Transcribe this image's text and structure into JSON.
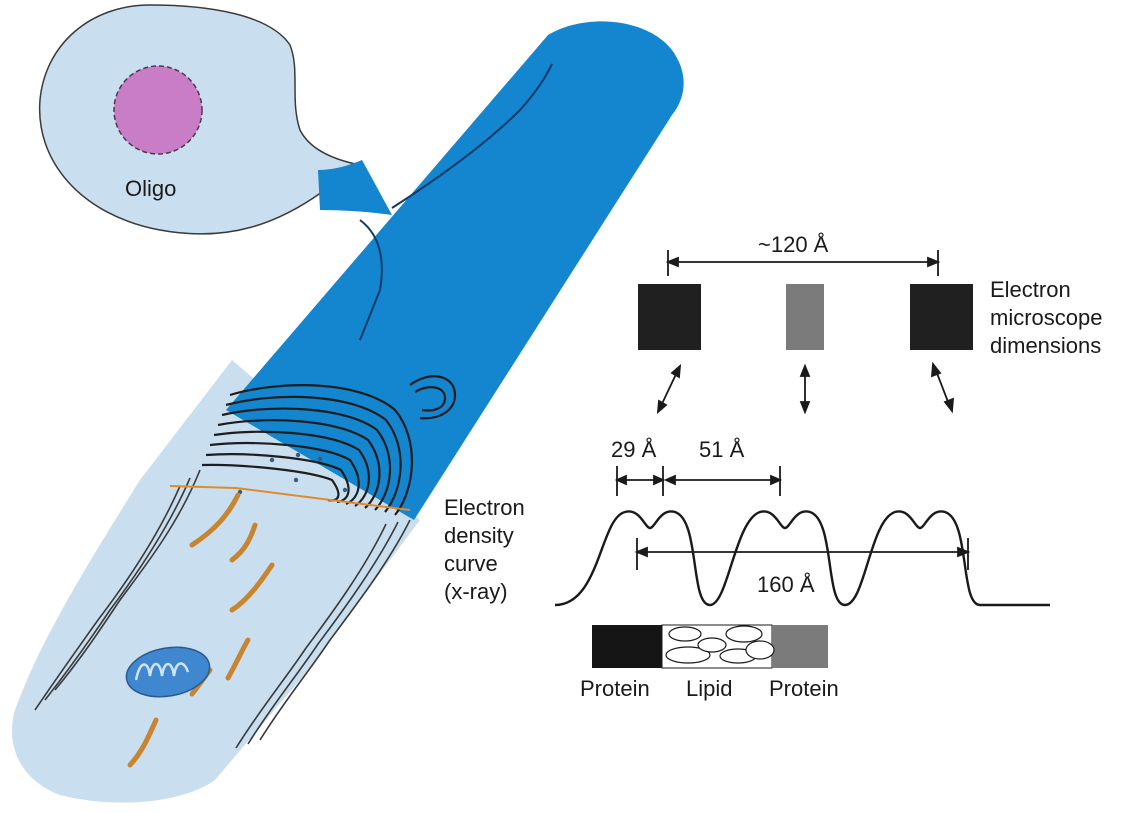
{
  "labels": {
    "oligo": "Oligo",
    "measure_120": "~120  Å",
    "measure_29": "29  Å",
    "measure_51": "51  Å",
    "measure_160": "160  Å",
    "em_line1": "Electron",
    "em_line2": "microscope",
    "em_line3": "dimensions",
    "ed_line1": "Electron",
    "ed_line2": "density",
    "ed_line3": "curve",
    "ed_line4": "(x-ray)",
    "protein_left": "Protein",
    "lipid": "Lipid",
    "protein_right": "Protein"
  },
  "colors": {
    "myelin_blue": "#1485cf",
    "cytoplasm": "#c9dff0",
    "nucleus": "#c97dc6",
    "microtubule": "#c8842e",
    "mitochondrion": "#3f87cf",
    "dense_line": "#202020",
    "intraperiod_line": "#7b7b7b",
    "section_line": "#e08a2c"
  }
}
